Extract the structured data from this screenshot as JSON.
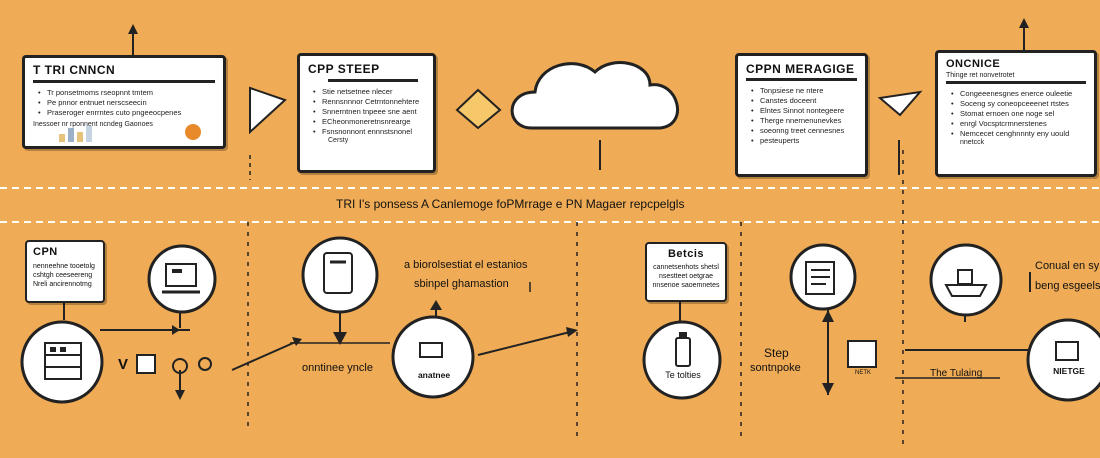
{
  "center_caption": "TRI I's ponsess A Canlemoge foPMrrage e PN Magaer repcpelgls",
  "top": {
    "card1": {
      "title": "T TRI CNNCN",
      "items": [
        "Tr ponsetmoms rseopnnt tmtem",
        "Pe pnnor entnuet nerscseecin",
        "Praseroger enrrntes cuto pngeeocpenes"
      ],
      "footer": "Inessoer nr rponnent ncndeg Gaonoes"
    },
    "card2": {
      "title": "CPP STEEP",
      "items": [
        "Stie netsetnee nlecer",
        "Rennsnnnor Cetrntonnehtere",
        "Snnerntnen tnpeee sne aent",
        "ECheonmoneretnsnrearge",
        "Fsnsnonnont ennnstsnonel"
      ],
      "footer": "Cersty"
    },
    "card3": {
      "title": "CPPN MERAGIGE",
      "items": [
        "Tonpsiese ne ntere",
        "Canstes doceent",
        "Elntes Sinnot nontegeere",
        "Therge nnernenunevkes",
        "soeonng treet cennesnes",
        "pesteuperts"
      ]
    },
    "card4": {
      "title": "ONCNICE",
      "subtitle": "Thinge ret nonvetrotet",
      "items": [
        "Congeeenesgnes enerce ouleetie",
        "Soceng sy coneopceeenet rtstes",
        "Stomat ernoen one noge sel",
        "enrgl Vocsptcrmnerstenes",
        "Nemcecet cenghnnnty eny uould"
      ],
      "footer": "nnetcck"
    }
  },
  "bottom": {
    "cpn": {
      "title": "CPN",
      "lines": [
        "nenneehne tooetolg",
        "cshtgh ceeseereng",
        "Nreli ancirennotmg"
      ]
    },
    "v_label": "V",
    "onntinee_label": "onntinee yncle",
    "anne_label": "anatnee",
    "estanios_label": "a biorolsestiat el estanios",
    "schematic_label": "sbinpel ghamastion",
    "betcis": {
      "title": "Betcis",
      "lines": [
        "cannetsenhots shetsl",
        "nsestteet oetgrae",
        "nnsenoe saoemnetes"
      ]
    },
    "step_label": "Step",
    "sontnpoke_label": "sontnpoke",
    "tolies_label": "Te tolties",
    "conual_label": "Conual en sy",
    "beang_label": "beng esgeels",
    "tuilaing_label": "The Tulaing",
    "nietge_label": "NIETGE",
    "tiny_tag": "NETK"
  }
}
